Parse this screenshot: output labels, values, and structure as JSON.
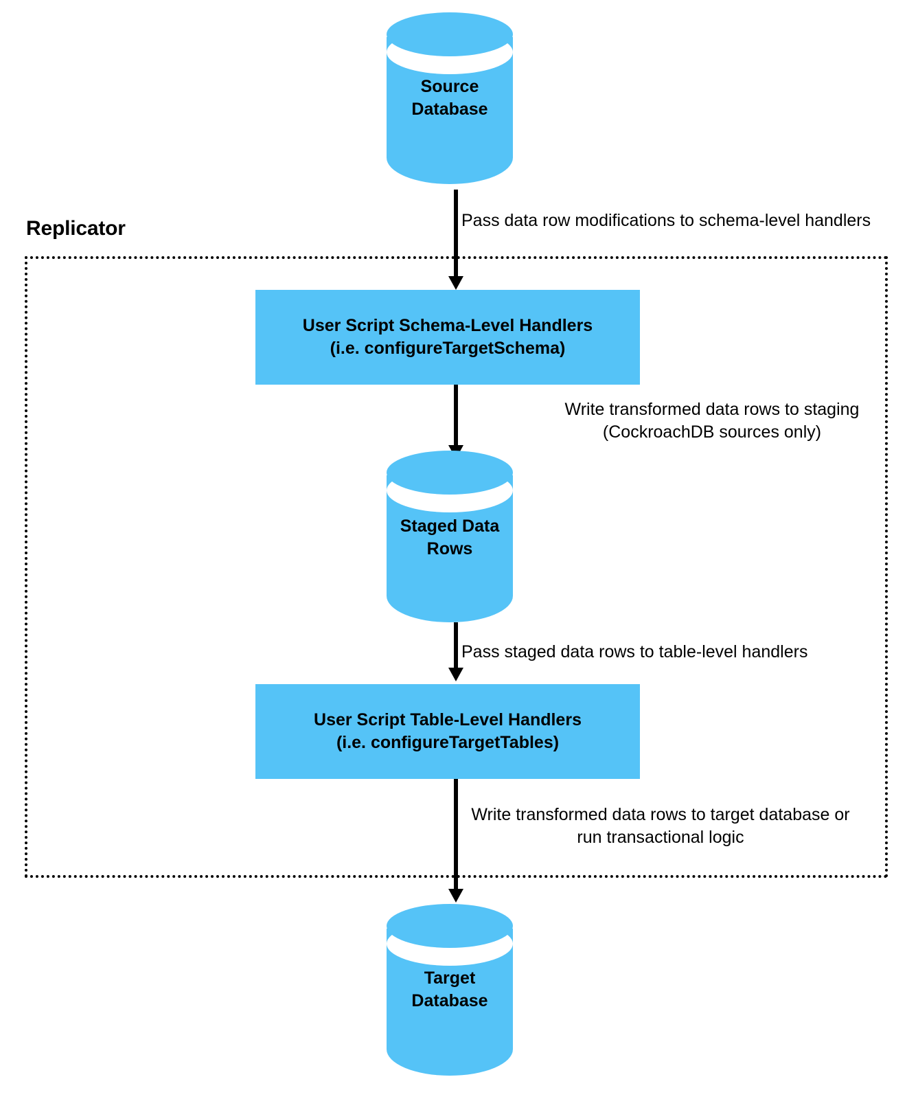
{
  "diagram": {
    "container": {
      "label": "Replicator"
    },
    "nodes": {
      "source_database": {
        "label": "Source\nDatabase",
        "shape": "cylinder",
        "color": "#55c3f7"
      },
      "schema_handlers": {
        "label": "User Script Schema-Level Handlers\n(i.e. configureTargetSchema)",
        "shape": "rectangle",
        "color": "#55c3f7"
      },
      "staged_data_rows": {
        "label": "Staged Data\nRows",
        "shape": "cylinder",
        "color": "#55c3f7"
      },
      "table_handlers": {
        "label": "User Script Table-Level Handlers\n(i.e. configureTargetTables)",
        "shape": "rectangle",
        "color": "#55c3f7"
      },
      "target_database": {
        "label": "Target\nDatabase",
        "shape": "cylinder",
        "color": "#55c3f7"
      }
    },
    "edges": [
      {
        "from": "source_database",
        "to": "schema_handlers",
        "label": "Pass data row modifications to schema-level handlers"
      },
      {
        "from": "schema_handlers",
        "to": "staged_data_rows",
        "label": "Write transformed data rows to staging\n(CockroachDB sources only)"
      },
      {
        "from": "staged_data_rows",
        "to": "table_handlers",
        "label": "Pass staged data rows to table-level handlers"
      },
      {
        "from": "table_handlers",
        "to": "target_database",
        "label": "Write transformed data rows to target database or\nrun transactional logic"
      }
    ]
  }
}
